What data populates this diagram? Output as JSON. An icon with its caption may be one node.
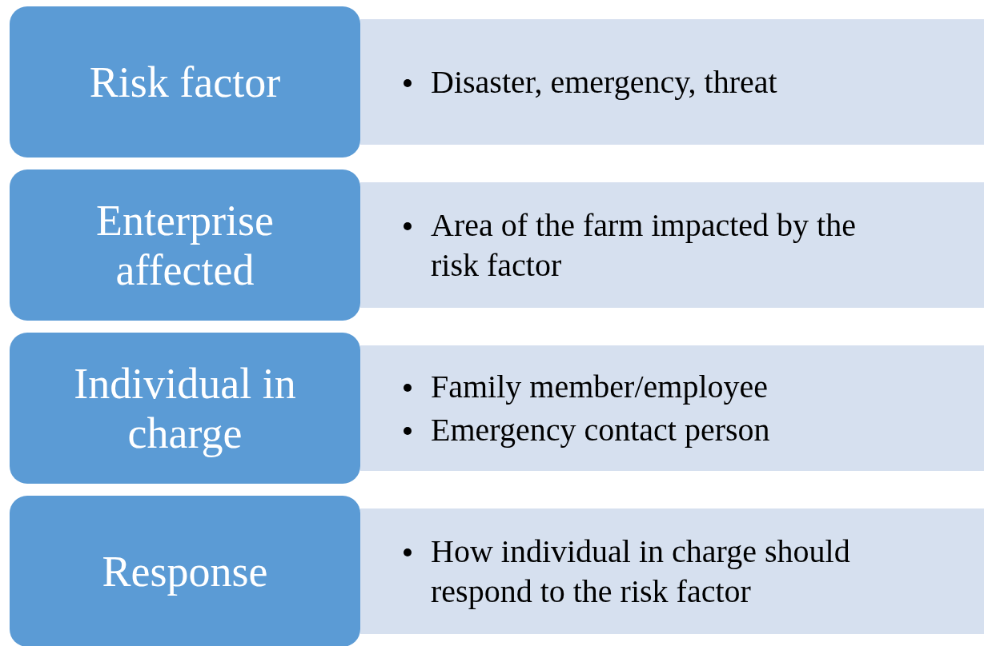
{
  "diagram": {
    "nodes": [
      {
        "text": [
          "Risk factor"
        ]
      },
      {
        "text": [
          "Disaster, emergency, threat"
        ]
      },
      {
        "text": [
          "Enterprise affected"
        ]
      },
      {
        "text": [
          "Area of the farm impacted by the risk factor"
        ]
      },
      {
        "text": [
          "Individual in charge"
        ]
      },
      {
        "text": [
          "Family member/employee",
          "Emergency contact person"
        ]
      },
      {
        "text": [
          "Response"
        ]
      },
      {
        "text": [
          "How individual in charge should respond to the risk factor"
        ]
      }
    ],
    "edges": []
  }
}
